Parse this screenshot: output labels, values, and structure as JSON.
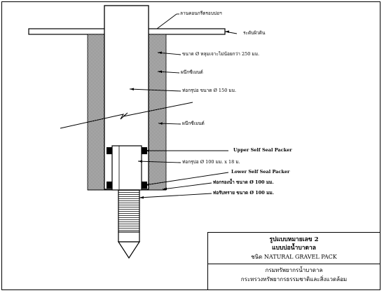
{
  "labels": {
    "well_platform": "ลานคอนกรีตรอบบ่อฯ",
    "ground_level": "ระดับผิวดิน",
    "borehole_diameter": "ขนาด Ø หลุมเจาะไม่น้อยกว่า 250 มม.",
    "cement_seal_upper": "ผนึกซีเมนต์",
    "well_casing": "ท่อกรุบ่อ ขนาด Ø 150 มม.",
    "cement_seal_lower": "ผนึกซีเมนต์",
    "upper_packer": "Upper Self Seal Packer",
    "inner_casing": "ท่อกรุบ่อ Ø 100 มม. x 18 ม.",
    "lower_packer": "Lower Self Seal Packer",
    "screen": "ท่อกรองน้ำ ขนาด Ø 100 มม.",
    "sand_trap": "ท่อรับทราย ขนาด Ø 100 มม."
  },
  "title_block": {
    "figure_number": "รูปแบบหมายเลข 2",
    "figure_title": "แบบบ่อน้ำบาดาล",
    "type_line": "ชนิด NATURAL GRAVEL PACK",
    "department": "กรมทรัพยากรน้ำบาดาล",
    "ministry": "กระทรวงทรัพยากรธรรมชาติและสิ่งแวดล้อม"
  },
  "colors": {
    "line": "#000000",
    "hatch": "#555555",
    "background": "#ffffff"
  }
}
